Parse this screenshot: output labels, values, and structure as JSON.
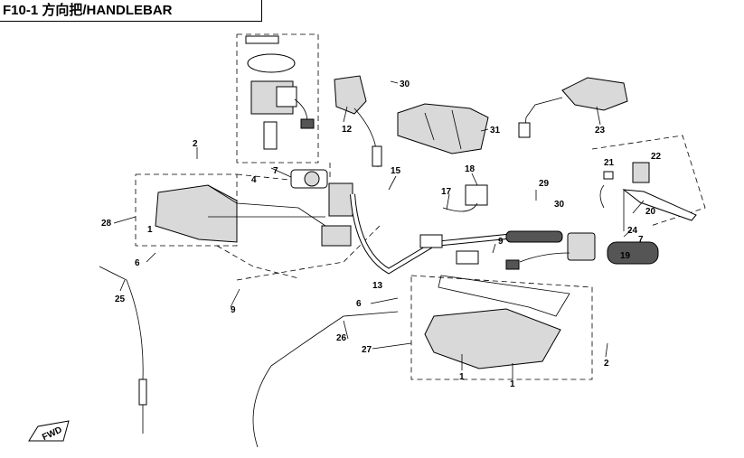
{
  "title": "F10-1 方向把/HANDLEBAR",
  "fwd_label": "FWD",
  "callouts": [
    "30",
    "12",
    "31",
    "23",
    "2",
    "4",
    "15",
    "18",
    "29",
    "22",
    "21",
    "7",
    "17",
    "30",
    "28",
    "1",
    "20",
    "24",
    "19",
    "7",
    "9",
    "6",
    "13",
    "9",
    "6",
    "25",
    "26",
    "27",
    "2",
    "1",
    "1"
  ]
}
